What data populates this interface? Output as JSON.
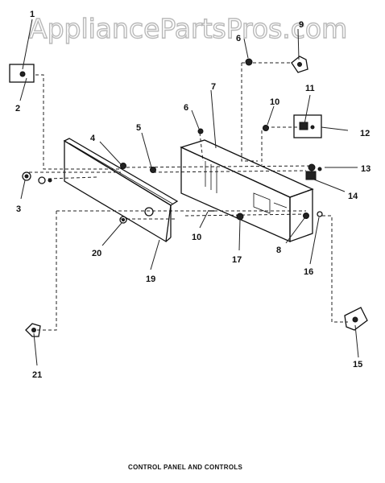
{
  "watermark": "AppliancePartsPros.com",
  "caption": "CONTROL PANEL AND CONTROLS",
  "callouts": {
    "c1": "1",
    "c2": "2",
    "c3": "3",
    "c4": "4",
    "c5": "5",
    "c6a": "6",
    "c6b": "6",
    "c7": "7",
    "c8": "8",
    "c9": "9",
    "c10a": "10",
    "c10b": "10",
    "c11": "11",
    "c12": "12",
    "c13": "13",
    "c14": "14",
    "c15": "15",
    "c16": "16",
    "c17": "17",
    "c19": "19",
    "c20": "20",
    "c21": "21"
  }
}
